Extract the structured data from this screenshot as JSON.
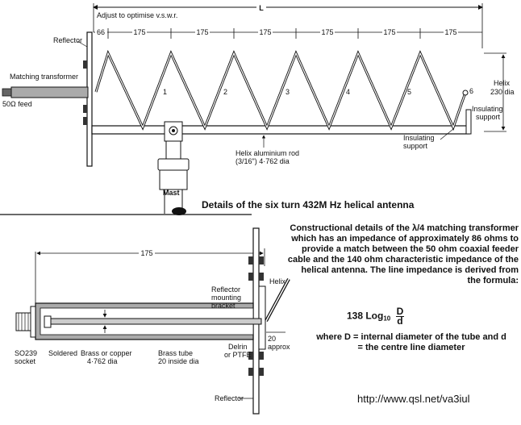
{
  "top_diagram": {
    "overall_length": "L",
    "adjust_note": "Adjust to optimise v.s.w.r.",
    "reflector_label": "Reflector",
    "matching_transformer_label": "Matching transformer",
    "feed_label": "50Ω feed",
    "first_spacing": "66",
    "turn_spacing": [
      "175",
      "175",
      "175",
      "175",
      "175",
      "175"
    ],
    "turn_numbers": [
      "1",
      "2",
      "3",
      "4",
      "5",
      "6"
    ],
    "helix_diameter_label": "Helix 230 dia",
    "insulating_support_right": "Insulating support",
    "insulating_support_bottom": "Insulating support",
    "rod_label_line1": "Helix aluminium rod",
    "rod_label_line2": "(3/16\") 4·762 dia",
    "mast_label": "Mast"
  },
  "caption": "Details of the six turn 432M Hz helical antenna",
  "bottom_diagram": {
    "length": "175",
    "helix_label": "Helix",
    "bracket_label": "Reflector mounting bracket",
    "socket_label": "SO239 socket",
    "soldered_label": "Soldered",
    "inner_label": "Brass or copper 4·762 dia",
    "tube_label": "Brass tube 20 inside dia",
    "delrin_label": "Delrin or PTFE",
    "gap_label": "20 approx",
    "reflector_label": "Reflector"
  },
  "description": "Constructional details of the λ/4 matching transformer which has an impedance of approximately 86 ohms to provide a match between the 50 ohm coaxial feeder cable and the 140 ohm characteristic impedance of the helical antenna. The line impedance is derived from the formula:",
  "formula": {
    "prefix": "138 Log",
    "subscript": "10",
    "numerator": "D",
    "denominator": "d"
  },
  "where_text": "where D = internal diameter of the tube and d = the centre line diameter",
  "url": "http://www.qsl.net/va3iul"
}
